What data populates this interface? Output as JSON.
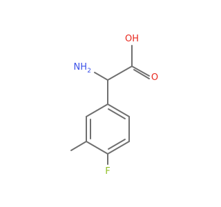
{
  "molecule": {
    "atoms": {
      "amine": "NH",
      "amine_subscript": "2",
      "hydroxyl": "OH",
      "carbonyl_oxygen": "O",
      "fluorine": "F"
    }
  },
  "colors": {
    "bond": "#6f6f6f",
    "nitrogen": "#3a50e8",
    "oxygen": "#e8281e",
    "fluorine": "#8fbf24"
  }
}
